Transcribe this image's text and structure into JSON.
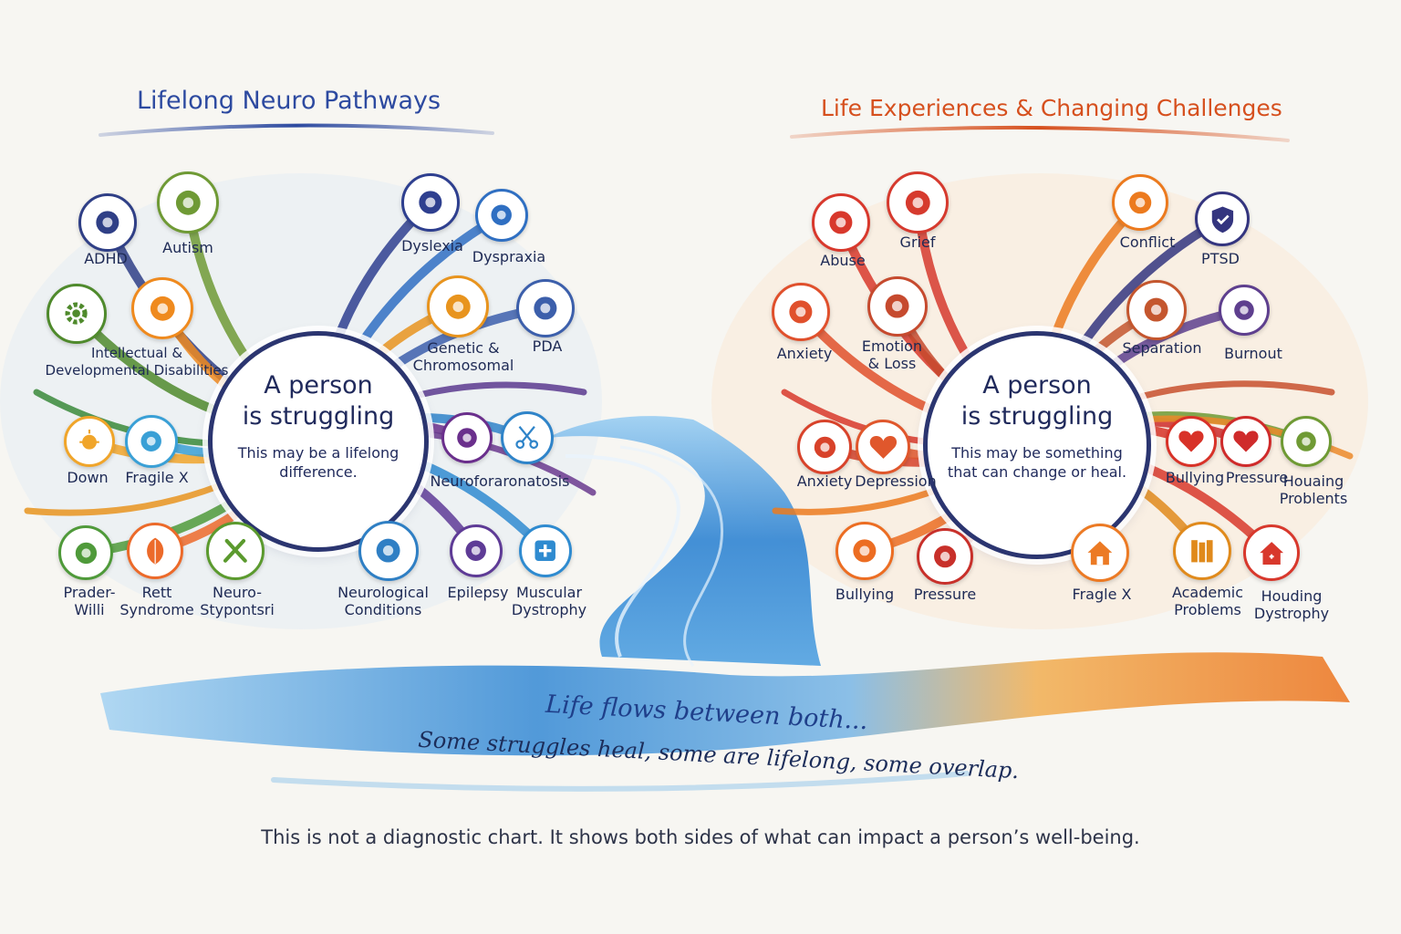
{
  "left_panel": {
    "title": "Lifelong Neuro Pathways",
    "center_heading": [
      "A person",
      "is struggling"
    ],
    "center_subtext": "This may be a lifelong difference.",
    "items": [
      {
        "label": "ADHD",
        "icon": "head-profile-icon",
        "color": "#2f3f86"
      },
      {
        "label": "Autism",
        "icon": "puzzle-heart-icon",
        "color": "#6f9a35"
      },
      {
        "label": "Dyslexia",
        "icon": "brain-icon",
        "color": "#2e3f8f"
      },
      {
        "label": "Dyspraxia",
        "icon": "puzzle-pieces-icon",
        "color": "#2f6fc2"
      },
      {
        "label": "Intellectual &\nDevelopmental Disabilities",
        "icon": "gear-icon",
        "color": "#4f8a2c"
      },
      {
        "label": "",
        "icon": "lightbulb-icon",
        "color": "#ef8a1e"
      },
      {
        "label": "Genetic &\nChromosomal",
        "icon": "dna-icon",
        "color": "#e8941e"
      },
      {
        "label": "PDA",
        "icon": "hands-icon",
        "color": "#3c5fab"
      },
      {
        "label": "Down",
        "icon": "sun-icon",
        "color": "#f0a52a"
      },
      {
        "label": "Fragile X",
        "icon": "rainbow-icon",
        "color": "#3aa0d6"
      },
      {
        "label": "Neuroforaronatosis",
        "icon": "lotus-icon",
        "color": "#6a2f8c"
      },
      {
        "label": "",
        "icon": "scissors-icon",
        "color": "#2f84c9"
      },
      {
        "label": "Prader-\nWilli",
        "icon": "bowl-icon",
        "color": "#4f9a3a"
      },
      {
        "label": "Rett\nSyndrome",
        "icon": "leaf-icon",
        "color": "#ec6a2a"
      },
      {
        "label": "Neuro-\nStypontsri",
        "icon": "tools-icon",
        "color": "#5b9a2e"
      },
      {
        "label": "Neurological\nConditions",
        "icon": "brain-map-icon",
        "color": "#2f7fc4"
      },
      {
        "label": "Epilepsy",
        "icon": "crystal-icon",
        "color": "#5e3b96"
      },
      {
        "label": "Muscular\nDystrophy",
        "icon": "medical-cross-icon",
        "color": "#2f8bd0"
      }
    ]
  },
  "right_panel": {
    "title": "Life Experiences & Changing Challenges",
    "center_heading": [
      "A person",
      "is struggling"
    ],
    "center_subtext": "This may be something that can change or heal.",
    "items": [
      {
        "label": "Abuse",
        "icon": "broken-heart-icon",
        "color": "#d8382c"
      },
      {
        "label": "Grief",
        "icon": "hearts-icon",
        "color": "#d63a2e"
      },
      {
        "label": "Conflict",
        "icon": "people-icon",
        "color": "#ec7a1e"
      },
      {
        "label": "PTSD",
        "icon": "shield-check-icon",
        "color": "#34357f"
      },
      {
        "label": "Anxiety",
        "icon": "hands-heart-icon",
        "color": "#e0502c"
      },
      {
        "label": "Emotion\n& Loss",
        "icon": "woman-face-icon",
        "color": "#c64a2e"
      },
      {
        "label": "Separation",
        "icon": "man-face-icon",
        "color": "#c4562e"
      },
      {
        "label": "Burnout",
        "icon": "bubbles-icon",
        "color": "#5e3f8e"
      },
      {
        "label": "Anxiety",
        "icon": "puzzle-heart-icon",
        "color": "#d8422a"
      },
      {
        "label": "Depression",
        "icon": "heart-icon",
        "color": "#e0572c"
      },
      {
        "label": "Bullying",
        "icon": "heart-icon",
        "color": "#d83228"
      },
      {
        "label": "Pressure",
        "icon": "heart-icon",
        "color": "#cf2b2b"
      },
      {
        "label": "Houaing\nProblents",
        "icon": "face-icon",
        "color": "#6f9a34"
      },
      {
        "label": "Bullying",
        "icon": "buildings-icon",
        "color": "#ec6d22"
      },
      {
        "label": "Pressure",
        "icon": "flower-icon",
        "color": "#c8302a"
      },
      {
        "label": "Fragle X",
        "icon": "house-icon",
        "color": "#ec7a24"
      },
      {
        "label": "Academic\nProblems",
        "icon": "books-icon",
        "color": "#e08a1c"
      },
      {
        "label": "Houding\nDystrophy",
        "icon": "home-icon",
        "color": "#d8382c"
      }
    ]
  },
  "flow_text": {
    "line1": "Life flows between both...",
    "line2": "Some struggles heal, some are lifelong, some overlap."
  },
  "disclaimer": "This is not a diagnostic chart. It shows both sides of what can impact a person’s well-being.",
  "colors": {
    "left_accent": "#2d4aa0",
    "right_accent": "#d6501e",
    "center_ring": "#2b3570",
    "river": "#3f8fd6"
  }
}
